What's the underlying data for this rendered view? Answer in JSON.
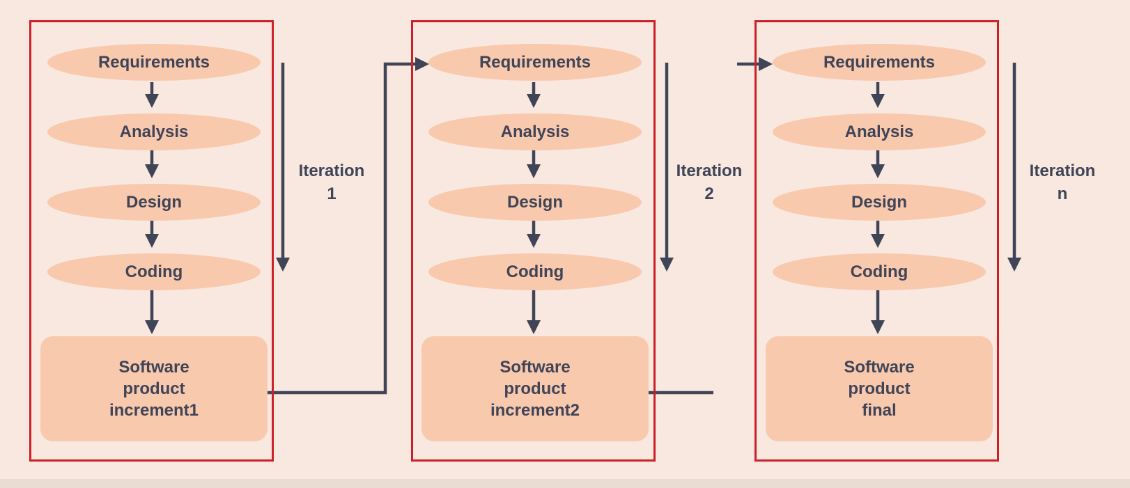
{
  "colors": {
    "background": "#f8e8df",
    "shape_fill": "#f9c9ae",
    "frame_border": "#cc1f27",
    "text": "#3f4457",
    "arrow": "#3f4457"
  },
  "iterations": [
    {
      "stages": [
        "Requirements",
        "Analysis",
        "Design",
        "Coding"
      ],
      "product": [
        "Software",
        "product",
        "increment1"
      ],
      "label": [
        "Iteration",
        "1"
      ]
    },
    {
      "stages": [
        "Requirements",
        "Analysis",
        "Design",
        "Coding"
      ],
      "product": [
        "Software",
        "product",
        "increment2"
      ],
      "label": [
        "Iteration",
        "2"
      ]
    },
    {
      "stages": [
        "Requirements",
        "Analysis",
        "Design",
        "Coding"
      ],
      "product": [
        "Software",
        "product",
        "final"
      ],
      "label": [
        "Iteration",
        "n"
      ]
    }
  ]
}
